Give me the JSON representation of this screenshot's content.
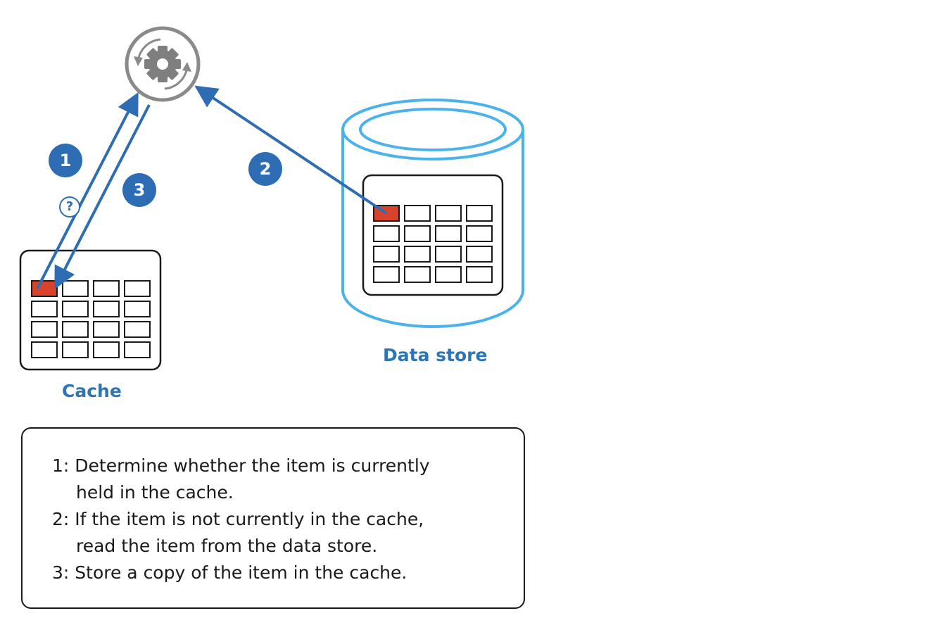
{
  "labels": {
    "cache": "Cache",
    "data_store": "Data store"
  },
  "badges": {
    "step1": "1",
    "step2": "2",
    "step3": "3",
    "query": "?"
  },
  "legend": {
    "steps": [
      {
        "line1": "1: Determine whether the item is currently",
        "line2": "held in the cache."
      },
      {
        "line1": "2: If the item is not currently in the cache,",
        "line2": "read the item from the data store."
      },
      {
        "line1": "3: Store a copy of the item in the cache.",
        "line2": ""
      }
    ]
  },
  "colors": {
    "arrow": "#2e6db4",
    "label": "#2e75b6",
    "store_outline": "#4cb3ea",
    "highlight_cell": "#d9432c",
    "gear": "#808080"
  },
  "icons": {
    "application": "gear-icon"
  }
}
